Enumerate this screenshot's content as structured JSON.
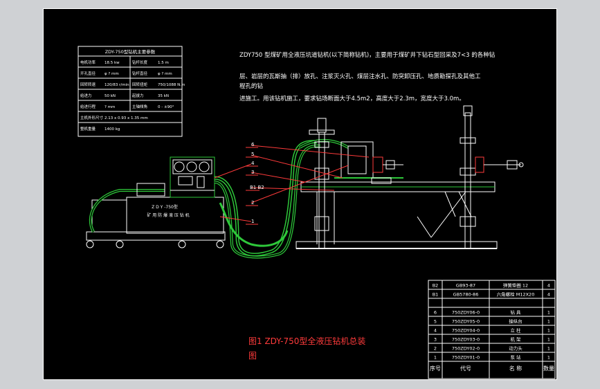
{
  "spec_table": {
    "title": "ZDY-750型钻机主要参数",
    "rows": [
      [
        "电机功率",
        "18.5 kw",
        "钻杆长度",
        "1.5 m"
      ],
      [
        "开孔直径",
        "φ ? mm",
        "钻杆直径",
        "φ ? mm"
      ],
      [
        "回转转速",
        "120/83 r/min",
        "回转扭矩",
        "750/1088 N.m"
      ],
      [
        "给进力",
        "50 kN",
        "起拔力",
        "35 kN"
      ],
      [
        "给进行程",
        "? mm",
        "主轴倾角",
        "0 - ±90°"
      ],
      [
        "主机外形尺寸",
        "2.13 x 0.93 x 1.35 mm",
        "",
        ""
      ],
      [
        "整机重量",
        "1400 kg",
        "",
        ""
      ]
    ]
  },
  "description": {
    "lines": [
      "ZDY750 型煤矿用全液压坑道钻机(以下简称钻机)，主要用于煤矿井下钻石型回采及7<3 的各种钻",
      "层、岩层的瓦斯抽（排）放孔、注浆灭火孔、煤层注水孔、防突卸压孔、地质勘探孔及其他工",
      "程孔的钻",
      "进施工。用该钻机施工，要求钻场断面大于4.5m2，高度大于2.3m，宽度大于3.0m。"
    ]
  },
  "drawing": {
    "pump_label_1": "Z D Y -750型",
    "pump_label_2": "矿  用  防  爆  液  压  钻  机",
    "callouts": [
      "6",
      "5",
      "4",
      "3",
      "B1 B2",
      "2",
      "1"
    ]
  },
  "caption": {
    "line1": "图1  ZDY-750型全液压钻机总装",
    "line2": "图"
  },
  "bom": {
    "headers": [
      "序号",
      "代号",
      "名  称",
      "数量"
    ],
    "rows": [
      [
        "B2",
        "GB93-87",
        "弹簧垫圈 12",
        "4"
      ],
      [
        "B1",
        "GB5780-86",
        "六角螺栓 M12X20",
        "4"
      ],
      [
        "",
        "",
        "",
        ""
      ],
      [
        "6",
        "750ZDY06-0",
        "钻  具",
        "1"
      ],
      [
        "5",
        "750ZDY05-0",
        "操纵台",
        "1"
      ],
      [
        "4",
        "750ZDY04-0",
        "立  柱",
        "1"
      ],
      [
        "3",
        "750ZDY03-0",
        "机  架",
        "1"
      ],
      [
        "2",
        "750ZDY02-0",
        "动力头",
        "1"
      ],
      [
        "1",
        "750ZDY01-0",
        "泵  站",
        "1"
      ]
    ]
  }
}
